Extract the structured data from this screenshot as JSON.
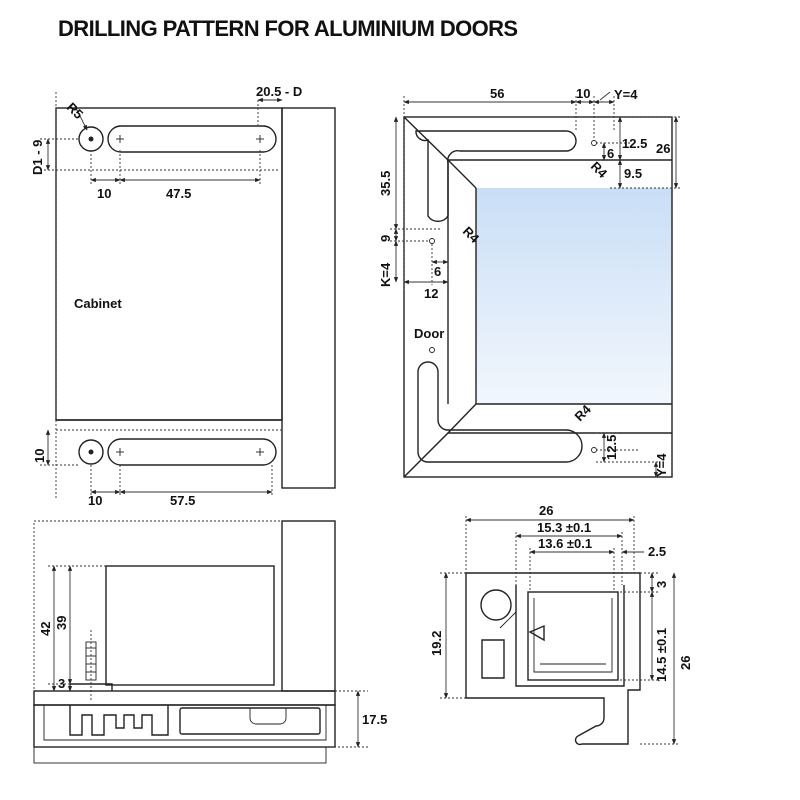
{
  "title": "DRILLING PATTERN FOR ALUMINIUM DOORS",
  "colors": {
    "line": "#222222",
    "glass_top": "#c9def6",
    "glass_bottom": "#f2f7fd",
    "profile_shade": "#d9d9d9"
  },
  "cabinet_view": {
    "label": "Cabinet",
    "dims": {
      "r5": "R5",
      "offset_d": "20.5 - D",
      "d1": "D1 - 9",
      "top_10": "10",
      "top_47_5": "47.5",
      "bottom_10_v": "10",
      "bottom_10_h": "10",
      "bottom_57_5": "57.5"
    }
  },
  "door_view": {
    "label": "Door",
    "dims": {
      "d56": "56",
      "d10": "10",
      "y4_top": "Y=4",
      "d12_5_top": "12.5",
      "d26": "26",
      "d6_top": "6",
      "r4_a": "R4",
      "d9_5": "9.5",
      "d35_5": "35.5",
      "d9": "9",
      "r4_b": "R4",
      "d6_bottom": "6",
      "k4": "K=4",
      "d12": "12",
      "r4_c": "R4",
      "d12_5_bottom": "12.5",
      "y4_bottom": "Y=4"
    }
  },
  "side_view": {
    "dims": {
      "d42": "42",
      "d39": "39",
      "d3": "3",
      "d17_5": "17.5"
    }
  },
  "profile_view": {
    "dims": {
      "d26_top": "26",
      "d15_3": "15.3 ±0.1",
      "d13_6": "13.6 ±0.1",
      "d2_5": "2.5",
      "d3": "3",
      "d19_2": "19.2",
      "d14_5": "14.5 ±0.1",
      "d26_side": "26"
    }
  }
}
